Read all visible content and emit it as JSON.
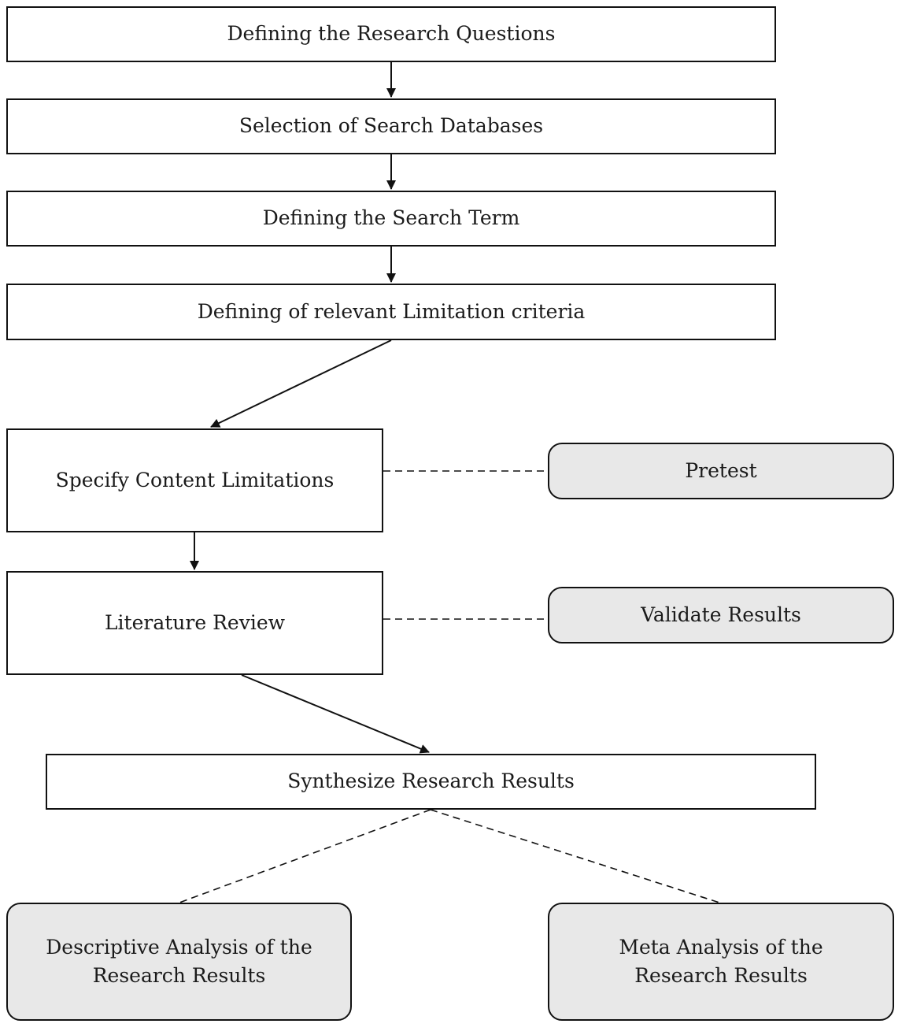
{
  "flowchart": {
    "steps": [
      {
        "id": "research_questions",
        "label": "Defining the Research Questions"
      },
      {
        "id": "search_databases",
        "label": "Selection of Search Databases"
      },
      {
        "id": "search_term",
        "label": "Defining the Search Term"
      },
      {
        "id": "limitation_criteria",
        "label": "Defining of relevant Limitation criteria"
      },
      {
        "id": "content_limitations",
        "label": "Specify Content Limitations"
      },
      {
        "id": "literature_review",
        "label": "Literature Review"
      },
      {
        "id": "synthesize",
        "label": "Synthesize Research Results"
      }
    ],
    "side_steps": [
      {
        "id": "pretest",
        "label": "Pretest",
        "linked_to": "content_limitations"
      },
      {
        "id": "validate",
        "label": "Validate Results",
        "linked_to": "literature_review"
      }
    ],
    "outcomes": [
      {
        "id": "descriptive",
        "line1": "Descriptive Analysis of the",
        "line2": "Research Results",
        "linked_to": "synthesize"
      },
      {
        "id": "meta",
        "line1": "Meta Analysis of the",
        "line2": "Research Results",
        "linked_to": "synthesize"
      }
    ],
    "colors": {
      "box_fill": "#ffffff",
      "side_box_fill": "#e8e8e8",
      "stroke": "#111111"
    }
  }
}
